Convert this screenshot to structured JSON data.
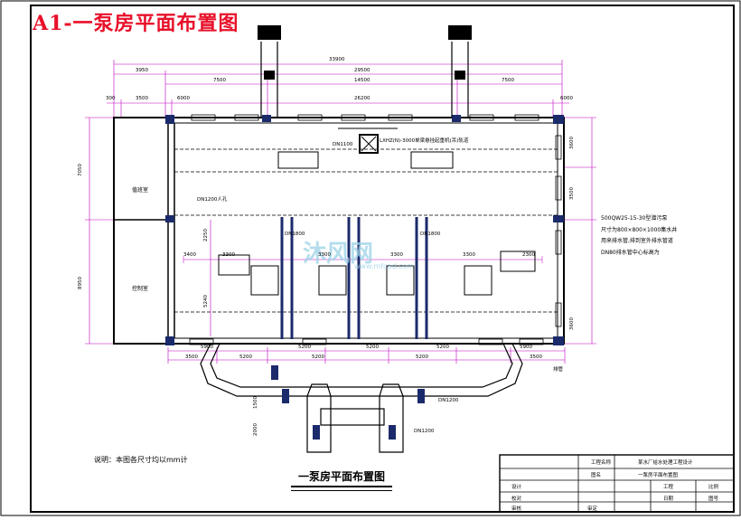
{
  "sheet": {
    "title": "A1-一泵房平面布置图",
    "drawing_title": "一泵房平面布置图",
    "note": "说明：本图各尺寸均以mm计",
    "watermark": "沐风网",
    "watermark_url": "www.mfcad.com"
  },
  "rooms": {
    "room_top": "值班室",
    "room_bottom": "控制室"
  },
  "pipes": {
    "dn1100": "DN1100",
    "dn1200_inlet": "DN1200人孔",
    "dn1200": "DN1200",
    "dn1200_bottom": "DN1200",
    "dn1800_a": "DN1800",
    "dn1800_b": "DN1800",
    "crane": "LXHZ(N)-3000单梁悬挂起重机(吊)轨道",
    "drain": "排管"
  },
  "annotation": [
    "500QW25-15-30型潜污泵",
    "尺寸为800×800×1000集水井",
    "用来排水管,排到室外排水管道",
    "DN80排水管中心标高为"
  ],
  "dims_top": {
    "d33900": "33900",
    "d3950": "3950",
    "d29500": "29500",
    "d14500": "14500",
    "d7500a": "7500",
    "d7500b": "7500",
    "d300": "300",
    "d3500": "3500",
    "d6000a": "6000",
    "d26200": "26200",
    "d6000b": "6000"
  },
  "dims_bottom": {
    "d5900a": "5900",
    "d5900b": "5900",
    "d5200a": "5200",
    "d5200b": "5200",
    "d5200c": "5200",
    "d3500": "3500",
    "d5200d": "5200",
    "d5200e": "5200",
    "d5200f": "5200",
    "d3500b": "3500"
  },
  "dims_left": {
    "d7050": "7050",
    "d8950": "8950",
    "d2250": "2250",
    "d5240": "5240"
  },
  "dims_inner": {
    "d3400": "3400",
    "d3300a": "3300",
    "d3300b": "3300",
    "d3300c": "3300",
    "d3300d": "3300",
    "d2300": "2300",
    "d1500": "1500",
    "d2000": "2000"
  },
  "dims_right": {
    "d3600a": "3600",
    "d3500": "3500",
    "d3600b": "3600"
  },
  "title_block": {
    "company": "工程名称",
    "project": "某水厂给水处理工程设计",
    "sheet_name": "图名",
    "drawing": "一泵房平面布置图",
    "designer": "设计",
    "checker": "校对",
    "reviewer": "审核",
    "approver": "审定",
    "grade": "工程",
    "scale": "比例",
    "date": "日期",
    "sheet_no": "图号"
  }
}
